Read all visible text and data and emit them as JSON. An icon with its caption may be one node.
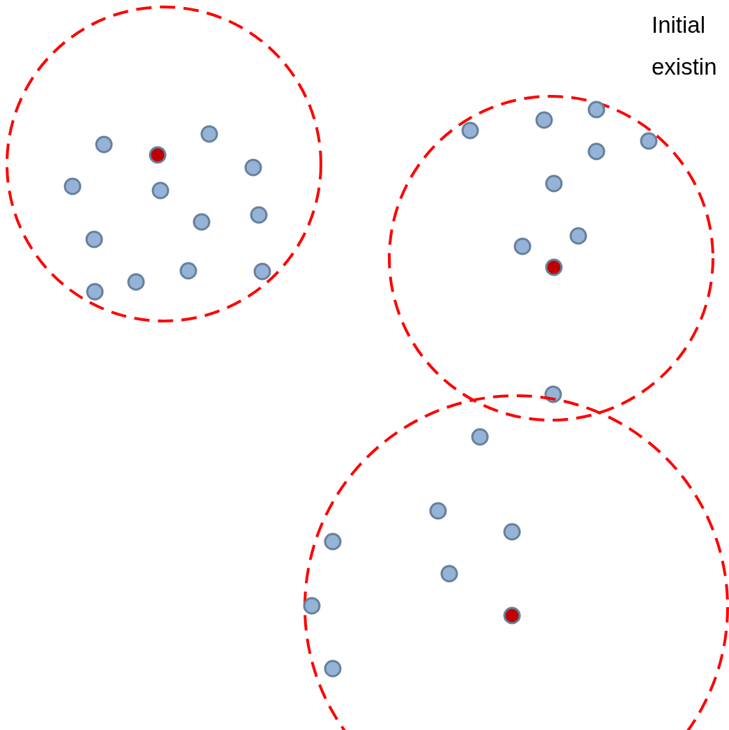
{
  "diagram": {
    "nodes": [
      {
        "text": [],
        "shape": "circle"
      },
      {
        "text": [],
        "shape": "circle"
      },
      {
        "text": [],
        "shape": "circle"
      },
      {
        "text": [],
        "shape": "circle",
        "in": 0
      },
      {
        "text": [],
        "shape": "circle",
        "in": 0
      },
      {
        "text": [],
        "shape": "circle",
        "in": 0
      },
      {
        "text": [],
        "shape": "circle",
        "in": 0
      },
      {
        "text": [],
        "shape": "circle",
        "in": 0
      },
      {
        "text": [],
        "shape": "circle",
        "in": 0
      },
      {
        "text": [],
        "shape": "circle",
        "in": 0
      },
      {
        "text": [],
        "shape": "circle",
        "in": 0
      },
      {
        "text": [],
        "shape": "circle",
        "in": 0
      },
      {
        "text": [],
        "shape": "circle",
        "in": 0
      },
      {
        "text": [],
        "shape": "circle",
        "in": 0
      },
      {
        "text": [],
        "shape": "circle",
        "in": 0
      },
      {
        "text": [],
        "shape": "circle",
        "in": 0
      },
      {
        "text": [],
        "shape": "circle",
        "in": 1
      },
      {
        "text": [],
        "shape": "circle",
        "in": 1
      },
      {
        "text": [],
        "shape": "circle",
        "in": 1
      },
      {
        "text": [],
        "shape": "circle",
        "in": 1
      },
      {
        "text": [],
        "shape": "circle",
        "in": 1
      },
      {
        "text": [],
        "shape": "circle",
        "in": 1
      },
      {
        "text": [],
        "shape": "circle",
        "in": 1
      },
      {
        "text": [],
        "shape": "circle",
        "in": 1
      },
      {
        "text": [],
        "shape": "circle",
        "in": 1
      },
      {
        "text": [],
        "shape": "circle",
        "in": 1
      },
      {
        "text": [],
        "shape": "circle",
        "in": 2
      },
      {
        "text": [],
        "shape": "circle",
        "in": 2
      },
      {
        "text": [],
        "shape": "circle",
        "in": 2
      },
      {
        "text": [],
        "shape": "circle",
        "in": 2
      },
      {
        "text": [],
        "shape": "circle",
        "in": 2
      },
      {
        "text": [],
        "shape": "circle",
        "in": 2
      },
      {
        "text": [],
        "shape": "circle",
        "in": 2
      },
      {
        "text": [],
        "shape": "circle",
        "in": 2
      }
    ],
    "labels": [
      "Initial",
      "existin"
    ]
  }
}
